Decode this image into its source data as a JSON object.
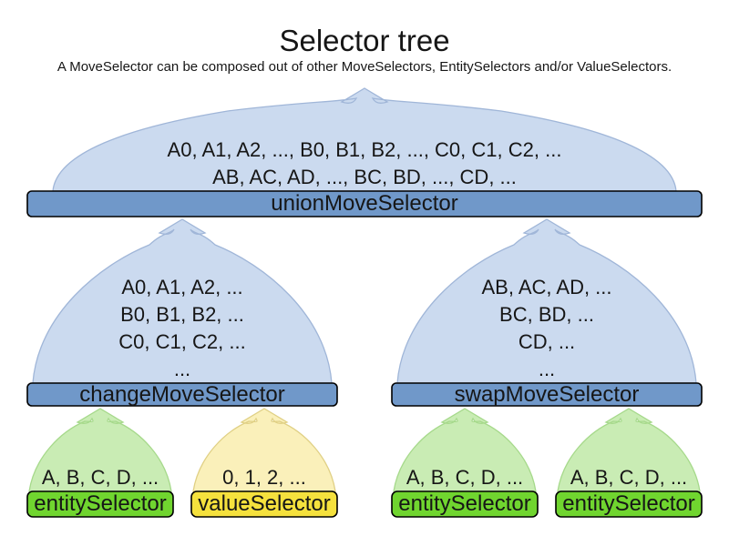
{
  "title": "Selector tree",
  "subtitle": "A MoveSelector can be composed out of other MoveSelectors, EntitySelectors and/or ValueSelectors.",
  "colors": {
    "dome_blue": "#cbdaef",
    "bar_blue": "#7098c9",
    "dome_green": "#c9ecb4",
    "bar_green": "#70d52f",
    "dome_yellow": "#faf0ba",
    "bar_yellow": "#f5e13d",
    "bar_border": "#000000",
    "text": "#161616"
  },
  "union_selector": {
    "label": "unionMoveSelector",
    "lines": [
      "A0, A1, A2, ..., B0, B1, B2, ..., C0, C1, C2, ...",
      "AB, AC, AD, ..., BC, BD, ..., CD, ..."
    ]
  },
  "change_selector": {
    "label": "changeMoveSelector",
    "lines": [
      "A0, A1, A2, ...",
      "B0, B1, B2, ...",
      "C0, C1, C2, ...",
      "..."
    ]
  },
  "swap_selector": {
    "label": "swapMoveSelector",
    "lines": [
      "AB, AC, AD, ...",
      "BC, BD, ...",
      "CD, ...",
      "..."
    ]
  },
  "entity_selector_1": {
    "label": "entitySelector",
    "items": "A, B, C, D, ..."
  },
  "value_selector": {
    "label": "valueSelector",
    "items": "0, 1, 2, ..."
  },
  "entity_selector_2": {
    "label": "entitySelector",
    "items": "A, B, C, D, ..."
  },
  "entity_selector_3": {
    "label": "entitySelector",
    "items": "A, B, C, D, ..."
  }
}
